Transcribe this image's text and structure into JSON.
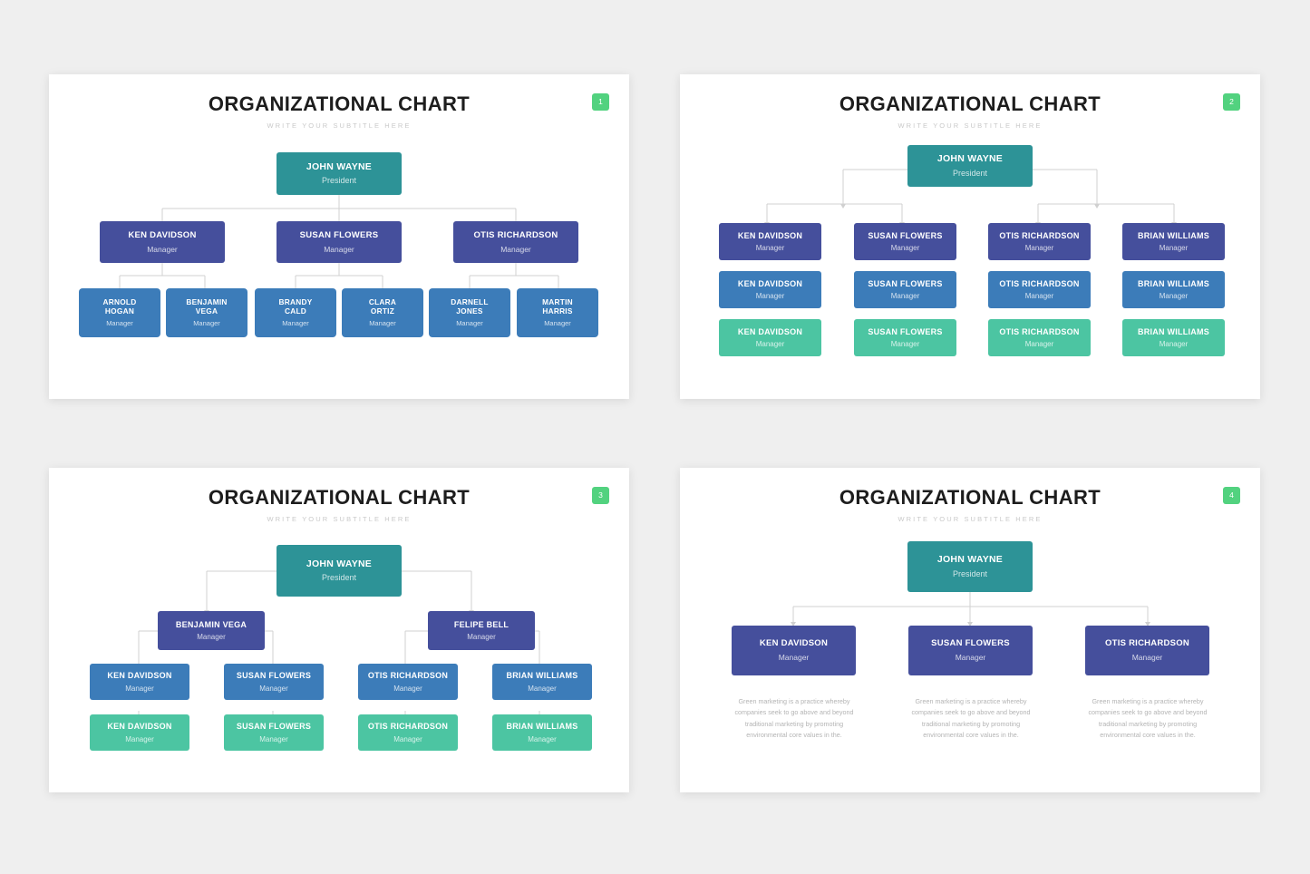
{
  "meta": {
    "background_color": "#efefef",
    "panel_color": "#ffffff",
    "colors": {
      "teal": "#2d9397",
      "indigo": "#454f9c",
      "blue": "#3c7cb9",
      "green": "#4cc5a2",
      "badge_green": "#52d27f",
      "connector": "#d0d0d0",
      "title": "#1d1d1d",
      "subtitle": "#c9c9c9",
      "body_text": "#b4b4b4"
    }
  },
  "common": {
    "title": "ORGANIZATIONAL CHART",
    "subtitle": "WRITE YOUR SUBTITLE HERE",
    "role_president": "President",
    "role_manager": "Manager",
    "president_name": "JOHN WAYNE",
    "paragraph": "Green marketing is a practice whereby companies seek to go above and beyond traditional marketing by promoting environmental core values in the."
  },
  "panels": [
    {
      "id": "panel-1",
      "badge": "1",
      "title": "ORGANIZATIONAL CHART",
      "subtitle": "WRITE YOUR SUBTITLE HERE",
      "layout": "three-level-tree",
      "nodes": {
        "root": {
          "name": "JOHN WAYNE",
          "role": "President",
          "color": "teal"
        },
        "level2": [
          {
            "name": "KEN DAVIDSON",
            "role": "Manager",
            "color": "indigo"
          },
          {
            "name": "SUSAN FLOWERS",
            "role": "Manager",
            "color": "indigo"
          },
          {
            "name": "OTIS RICHARDSON",
            "role": "Manager",
            "color": "indigo"
          }
        ],
        "level3": [
          {
            "line1": "ARNOLD",
            "line2": "HOGAN",
            "role": "Manager",
            "color": "blue"
          },
          {
            "line1": "BENJAMIN",
            "line2": "VEGA",
            "role": "Manager",
            "color": "blue"
          },
          {
            "line1": "BRANDY",
            "line2": "CALD",
            "role": "Manager",
            "color": "blue"
          },
          {
            "line1": "CLARA",
            "line2": "ORTIZ",
            "role": "Manager",
            "color": "blue"
          },
          {
            "line1": "DARNELL",
            "line2": "JONES",
            "role": "Manager",
            "color": "blue"
          },
          {
            "line1": "MARTIN",
            "line2": "HARRIS",
            "role": "Manager",
            "color": "blue"
          }
        ]
      }
    },
    {
      "id": "panel-2",
      "badge": "2",
      "title": "ORGANIZATIONAL CHART",
      "subtitle": "WRITE YOUR SUBTITLE HERE",
      "layout": "four-column-grid",
      "nodes": {
        "root": {
          "name": "JOHN WAYNE",
          "role": "President",
          "color": "teal"
        },
        "columns": [
          {
            "rows": [
              {
                "name": "KEN DAVIDSON",
                "role": "Manager",
                "color": "indigo"
              },
              {
                "name": "KEN DAVIDSON",
                "role": "Manager",
                "color": "blue"
              },
              {
                "name": "KEN DAVIDSON",
                "role": "Manager",
                "color": "green"
              }
            ]
          },
          {
            "rows": [
              {
                "name": "SUSAN FLOWERS",
                "role": "Manager",
                "color": "indigo"
              },
              {
                "name": "SUSAN FLOWERS",
                "role": "Manager",
                "color": "blue"
              },
              {
                "name": "SUSAN FLOWERS",
                "role": "Manager",
                "color": "green"
              }
            ]
          },
          {
            "rows": [
              {
                "name": "OTIS RICHARDSON",
                "role": "Manager",
                "color": "indigo"
              },
              {
                "name": "OTIS RICHARDSON",
                "role": "Manager",
                "color": "blue"
              },
              {
                "name": "OTIS RICHARDSON",
                "role": "Manager",
                "color": "green"
              }
            ]
          },
          {
            "rows": [
              {
                "name": "BRIAN WILLIAMS",
                "role": "Manager",
                "color": "indigo"
              },
              {
                "name": "BRIAN WILLIAMS",
                "role": "Manager",
                "color": "blue"
              },
              {
                "name": "BRIAN WILLIAMS",
                "role": "Manager",
                "color": "green"
              }
            ]
          }
        ]
      }
    },
    {
      "id": "panel-3",
      "badge": "3",
      "title": "ORGANIZATIONAL CHART",
      "subtitle": "WRITE YOUR SUBTITLE HERE",
      "layout": "two-branch-tree",
      "nodes": {
        "root": {
          "name": "JOHN WAYNE",
          "role": "President",
          "color": "teal"
        },
        "branches": [
          {
            "name": "BENJAMIN VEGA",
            "role": "Manager",
            "color": "indigo"
          },
          {
            "name": "FELIPE BELL",
            "role": "Manager",
            "color": "indigo"
          }
        ],
        "children_row1": [
          {
            "name": "KEN DAVIDSON",
            "role": "Manager",
            "color": "blue"
          },
          {
            "name": "SUSAN FLOWERS",
            "role": "Manager",
            "color": "blue"
          },
          {
            "name": "OTIS RICHARDSON",
            "role": "Manager",
            "color": "blue"
          },
          {
            "name": "BRIAN WILLIAMS",
            "role": "Manager",
            "color": "blue"
          }
        ],
        "children_row2": [
          {
            "name": "KEN DAVIDSON",
            "role": "Manager",
            "color": "green"
          },
          {
            "name": "SUSAN FLOWERS",
            "role": "Manager",
            "color": "green"
          },
          {
            "name": "OTIS RICHARDSON",
            "role": "Manager",
            "color": "green"
          },
          {
            "name": "BRIAN WILLIAMS",
            "role": "Manager",
            "color": "green"
          }
        ]
      }
    },
    {
      "id": "panel-4",
      "badge": "4",
      "title": "ORGANIZATIONAL CHART",
      "subtitle": "WRITE YOUR SUBTITLE HERE",
      "layout": "three-column-with-text",
      "nodes": {
        "root": {
          "name": "JOHN WAYNE",
          "role": "President",
          "color": "teal"
        },
        "level2": [
          {
            "name": "KEN DAVIDSON",
            "role": "Manager",
            "color": "indigo",
            "text": "Green marketing is a practice whereby companies seek to go above and beyond traditional marketing by promoting environmental core values in the."
          },
          {
            "name": "SUSAN FLOWERS",
            "role": "Manager",
            "color": "indigo",
            "text": "Green marketing is a practice whereby companies seek to go above and beyond traditional marketing by promoting environmental core values in the."
          },
          {
            "name": "OTIS RICHARDSON",
            "role": "Manager",
            "color": "indigo",
            "text": "Green marketing is a practice whereby companies seek to go above and beyond traditional marketing by promoting environmental core values in the."
          }
        ]
      }
    }
  ]
}
